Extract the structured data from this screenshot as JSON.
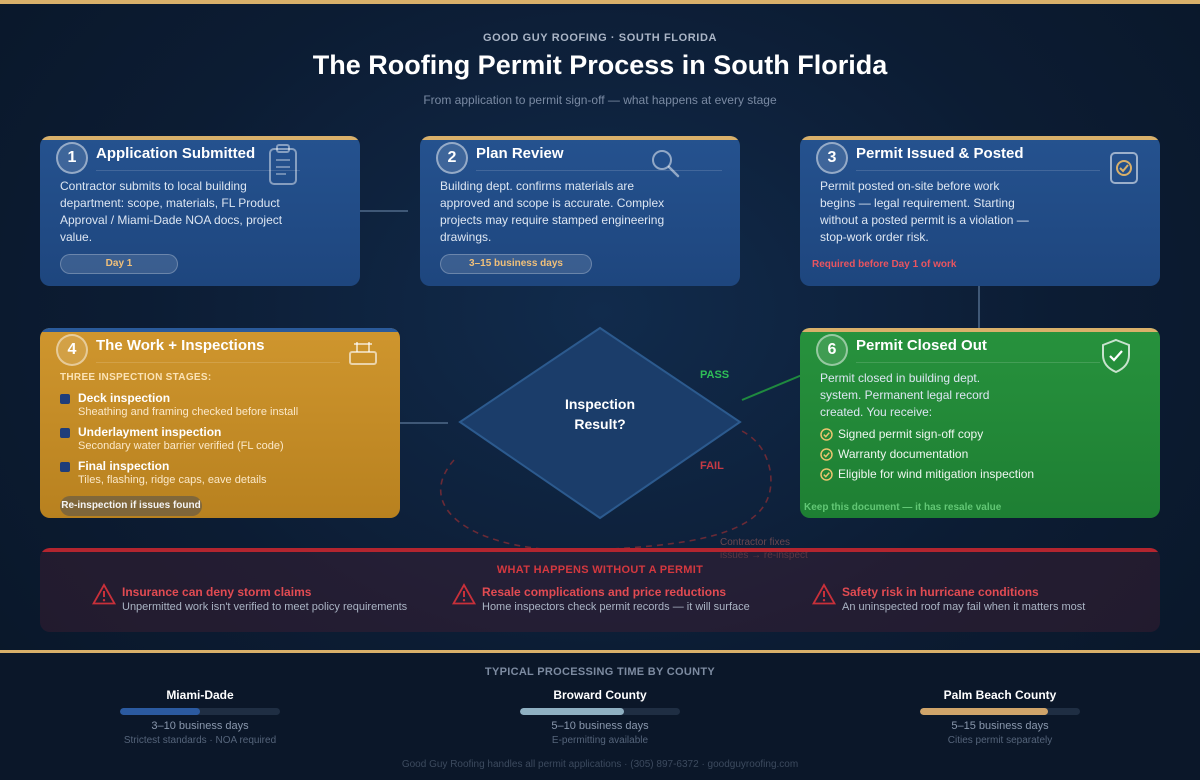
{
  "header": {
    "brand": "GOOD GUY ROOFING · SOUTH FLORIDA",
    "title": "The Roofing Permit Process in South Florida",
    "subtitle": "From application to permit sign-off — what happens at every stage"
  },
  "steps": [
    {
      "number": "1",
      "title": "Application Submitted",
      "icon": "clipboard-icon",
      "body": "Contractor submits to local building department: scope, materials, FL Product Approval / Miami-Dade NOA docs, project value.",
      "tag": "Day 1"
    },
    {
      "number": "2",
      "title": "Plan Review",
      "icon": "magnifier-icon",
      "body": "Building dept. confirms materials are approved and scope is accurate. Complex projects may require stamped engineering drawings.",
      "tag": "3–15 business days"
    },
    {
      "number": "3",
      "title": "Permit Issued & Posted",
      "icon": "check-document-icon",
      "body": "Permit posted on-site before work begins — legal requirement. Starting without a posted permit is a violation — stop-work order risk.",
      "tag": "Required before Day 1 of work"
    },
    {
      "number": "4",
      "title": "The Work + Inspections",
      "icon": "roof-tool-icon",
      "stages_heading": "THREE INSPECTION STAGES:",
      "stages": [
        {
          "title": "Deck inspection",
          "desc": "Sheathing and framing checked before install"
        },
        {
          "title": "Underlayment inspection",
          "desc": "Secondary water barrier verified (FL code)"
        },
        {
          "title": "Final inspection",
          "desc": "Tiles, flashing, ridge caps, eave details"
        }
      ],
      "tag": "Re-inspection if issues found"
    },
    {
      "number": "6",
      "title": "Permit Closed Out",
      "icon": "shield-check-icon",
      "body": "Permit closed in building dept. system. Permanent legal record created. You receive:",
      "items": [
        "Signed permit sign-off copy",
        "Warranty documentation",
        "Eligible for wind mitigation inspection"
      ],
      "tag": "Keep this document — it has resale value"
    }
  ],
  "decision": {
    "text_line1": "Inspection",
    "text_line2": "Result?",
    "pass": "PASS",
    "fail": "FAIL",
    "fail_note_line1": "Contractor fixes",
    "fail_note_line2": "issues → re-inspect"
  },
  "risks": {
    "heading": "WHAT HAPPENS WITHOUT A PERMIT",
    "items": [
      {
        "title": "Insurance can deny storm claims",
        "desc": "Unpermitted work isn't verified to meet policy requirements"
      },
      {
        "title": "Resale complications and price reductions",
        "desc": "Home inspectors check permit records — it will surface"
      },
      {
        "title": "Safety risk in hurricane conditions",
        "desc": "An uninspected roof may fail when it matters most"
      }
    ]
  },
  "processing": {
    "heading": "TYPICAL PROCESSING TIME BY COUNTY",
    "counties": [
      {
        "name": "Miami-Dade",
        "time": "3–10 business days",
        "note": "Strictest standards · NOA required",
        "fill": 0.5,
        "color": "#2b5aa0"
      },
      {
        "name": "Broward County",
        "time": "5–10 business days",
        "note": "E-permitting available",
        "fill": 0.65,
        "color": "#8fb0c2"
      },
      {
        "name": "Palm Beach County",
        "time": "5–15 business days",
        "note": "Cities permit separately",
        "fill": 0.8,
        "color": "#cfa46a"
      }
    ]
  },
  "footer": {
    "contact": "Good Guy Roofing handles all permit applications · (305) 897-6372 · goodguyroofing.com"
  },
  "colors": {
    "accent": "#d9b06a",
    "step_blue": "#25528f",
    "step_gold": "#cf962e",
    "step_green": "#27923d",
    "danger": "#d4383f"
  }
}
